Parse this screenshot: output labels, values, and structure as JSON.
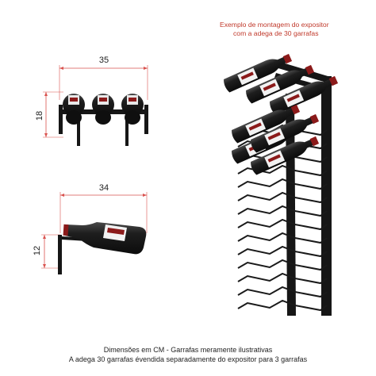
{
  "caption": {
    "line1": "Exemplo de montagem do expositor",
    "line2": "com a adega de 30 garrafas"
  },
  "dimensions": {
    "top_width": "35",
    "top_height": "18",
    "side_width": "34",
    "side_height": "12"
  },
  "footer": {
    "line1": "Dimensões em CM - Garrafas meramente ilustrativas",
    "line2": "A adega 30 garrafas évendida separadamente do expositor para 3 garrafas"
  },
  "colors": {
    "metal": "#161616",
    "bottle": "#1a1a1a",
    "capsule": "#8b1a1a",
    "dimension_line": "#d9534f",
    "caption_text": "#c0392b"
  }
}
